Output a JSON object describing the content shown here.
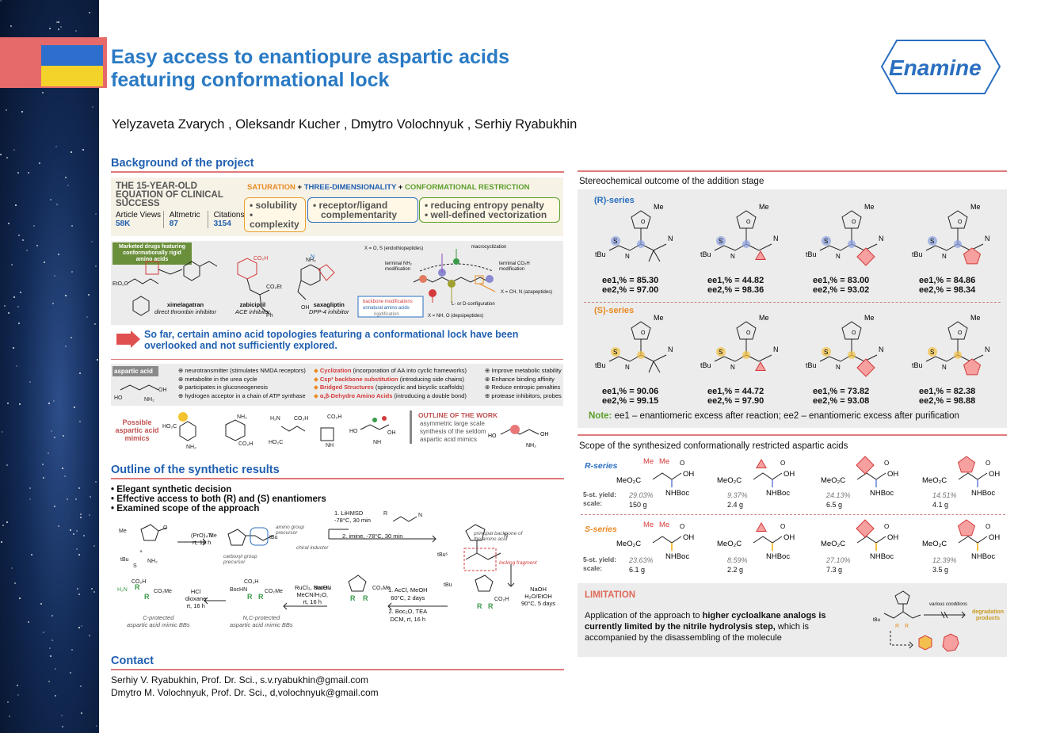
{
  "title_line1": "Easy access to enantiopure aspartic acids",
  "title_line2": "featuring conformational lock",
  "authors": "Yelyzaveta Zvarych , Oleksandr Kucher , Dmytro Volochnyuk , Serhiy Ryabukhin",
  "logo_text": "Enamine",
  "background": {
    "heading": "Background of the project",
    "equation_lines": [
      "THE 15-YEAR-OLD",
      "EQUATION OF CLINICAL",
      "SUCCESS"
    ],
    "metrics": [
      {
        "label": "Article Views",
        "value": "58K"
      },
      {
        "label": "Altmetric",
        "value": "87"
      },
      {
        "label": "Citations",
        "value": "3154"
      }
    ],
    "formula": {
      "sat": "SATURATION",
      "plus1": " + ",
      "three_d": "THREE-DIMENSIONALITY",
      "plus2": " + ",
      "conf": "CONFORMATIONAL RESTRICTION"
    },
    "box1": [
      "• solubility",
      "• complexity"
    ],
    "box2": [
      "• receptor/ligand",
      "  complementarity"
    ],
    "box3": [
      "• reducing entropy penalty",
      "• well-defined vectorization"
    ],
    "drugs_label": "Marketed drugs featuring conformationally rigid amino acids",
    "drugs": [
      {
        "name": "ximelagatran",
        "desc": "direct thrombin inhibitor"
      },
      {
        "name": "zabicipril",
        "desc": "ACE inhibitor"
      },
      {
        "name": "saxagliptin",
        "desc": "DPP-4 inhibitor"
      }
    ],
    "diagram_labels": {
      "x_os": "X = O, S (endothiopeptides)",
      "macro": "macrocyclization",
      "nh2": "terminal NH₂ modification",
      "co2h": "terminal CO₂H modification",
      "ch_n": "X = CH, N (azapeptides)",
      "bb": "backbone modifications",
      "unnat": "unnatural amino acids",
      "rig": "rigidification",
      "lord": "L- or D-configuration",
      "nho": "X = NH, O (depsipeptides)"
    },
    "statement": "So far, certain amino acid topologies featuring a conformational lock have been overlooked and not sufficiently explored.",
    "aspartic_label": "aspartic acid",
    "asp_points": [
      "neurotransmitter (stimulates NMDA receptors)",
      "metabolite in the urea cycle",
      "participates in gluconeogenesis",
      "hydrogen acceptor in a chain of ATP synthase"
    ],
    "strategies": [
      {
        "bold": "Cyclization",
        "rest": " (incorporation of AA into cyclic frameworks)"
      },
      {
        "bold": "Csp³ backbone substitution",
        "rest": " (introducing side chains)"
      },
      {
        "bold": "Bridged Structures",
        "rest": " (spirocyclic and bicyclic scaffolds)"
      },
      {
        "bold": "α,β-Dehydro Amino Acids",
        "rest": " (introducing a double bond)"
      }
    ],
    "benefits": [
      "Improve metabolic stability",
      "Enhance binding affinity",
      "Reduce entropic penalties",
      "protease inhibitors, probes"
    ],
    "mimics_label": "Possible aspartic acid mimics",
    "outline_work_title": "OUTLINE OF THE WORK",
    "outline_work_text": [
      "asymmetric large scale",
      "synthesis of the seldom",
      "aspartic acid mimics"
    ]
  },
  "synthetic": {
    "heading": "Outline of the synthetic results",
    "bullets": [
      "Elegant synthetic decision",
      "Effective access to both (R) and (S) enantiomers",
      "Examined scope of the approach"
    ],
    "step1": [
      "(PrO)₄Ti",
      "rt, 16 h"
    ],
    "step2": [
      "1. LiHMSD",
      "-78°C, 30 min"
    ],
    "step3": "2. imine, -78°C, 30 min",
    "labels": {
      "amine_prec": "amino group precursor",
      "chiral": "chiral inductor",
      "carboxyl": "carboxyl group precursor",
      "principal": "principal backbone of the amino acid",
      "lock": "locking fragment"
    },
    "step4": [
      "NaOH",
      "H₂O/EtOH",
      "90°C, 5 days"
    ],
    "step5": [
      "1. AcCl, MeOH",
      "60°C, 2 days",
      "2. Boc₂O, TEA",
      "DCM, rt, 16 h"
    ],
    "step6": [
      "RuCl₃, NaIO₄",
      "MeCN/H₂O,",
      "rt, 16 h"
    ],
    "step7": [
      "HCl",
      "dioxane",
      "rt, 16 h"
    ],
    "prod1": [
      "C-protected",
      "aspartic acid mimic BBs"
    ],
    "prod2": [
      "N,C-protected",
      "aspartic acid mimic BBs"
    ]
  },
  "contact": {
    "heading": "Contact",
    "lines": [
      "Serhiy V. Ryabukhin, Prof. Dr. Sci., s.v.ryabukhin@gmail.com",
      "Dmytro M. Volochnyuk, Prof. Dr. Sci., d,volochnyuk@gmail.com"
    ]
  },
  "stereo": {
    "heading": "Stereochemical outcome of the addition stage",
    "r_label": "(R)-series",
    "s_label": "(S)-series",
    "r_ee": [
      [
        "ee1,% = 85.30",
        "ee2,% = 97.00"
      ],
      [
        "ee1,% = 44.82",
        "ee2,% = 98.36"
      ],
      [
        "ee1,% = 83.00",
        "ee2,% = 93.02"
      ],
      [
        "ee1,% = 84.86",
        "ee2,% = 98.34"
      ]
    ],
    "s_ee": [
      [
        "ee1,% = 90.06",
        "ee2,% = 99.15"
      ],
      [
        "ee1,% = 44.72",
        "ee2,% = 97.90"
      ],
      [
        "ee1,% = 73.82",
        "ee2,% = 93.08"
      ],
      [
        "ee1,% = 82.38",
        "ee2,% = 98.88"
      ]
    ],
    "note_lead": "Note:",
    "note_text": " ee1 – enantiomeric excess after reaction; ee2 – enantiomeric excess after purification"
  },
  "scope": {
    "heading": "Scope of the synthesized conformationally restricted aspartic acids",
    "r_label": "R-series",
    "s_label": "S-series",
    "yield_label": "5-st. yield:",
    "scale_label": "scale:",
    "r_yields": [
      "29.03%",
      "9.37%",
      "24.13%",
      "14.51%"
    ],
    "r_scales": [
      "150 g",
      "2.4 g",
      "6.5 g",
      "4.1 g"
    ],
    "s_yields": [
      "23.63%",
      "8.59%",
      "27.10%",
      "12.39%"
    ],
    "s_scales": [
      "6.1 g",
      "2.2 g",
      "7.3 g",
      "3.5 g"
    ]
  },
  "limitation": {
    "heading": "LIMITATION",
    "text_pre": "Application of the approach to ",
    "text_bold": "higher cycloalkane analogs is currently limited by the nitrile hydrolysis step,",
    "text_post": " which is accompanied by the disassembling of the molecule",
    "arrow_label": "various conditions",
    "result": "degradation products"
  }
}
